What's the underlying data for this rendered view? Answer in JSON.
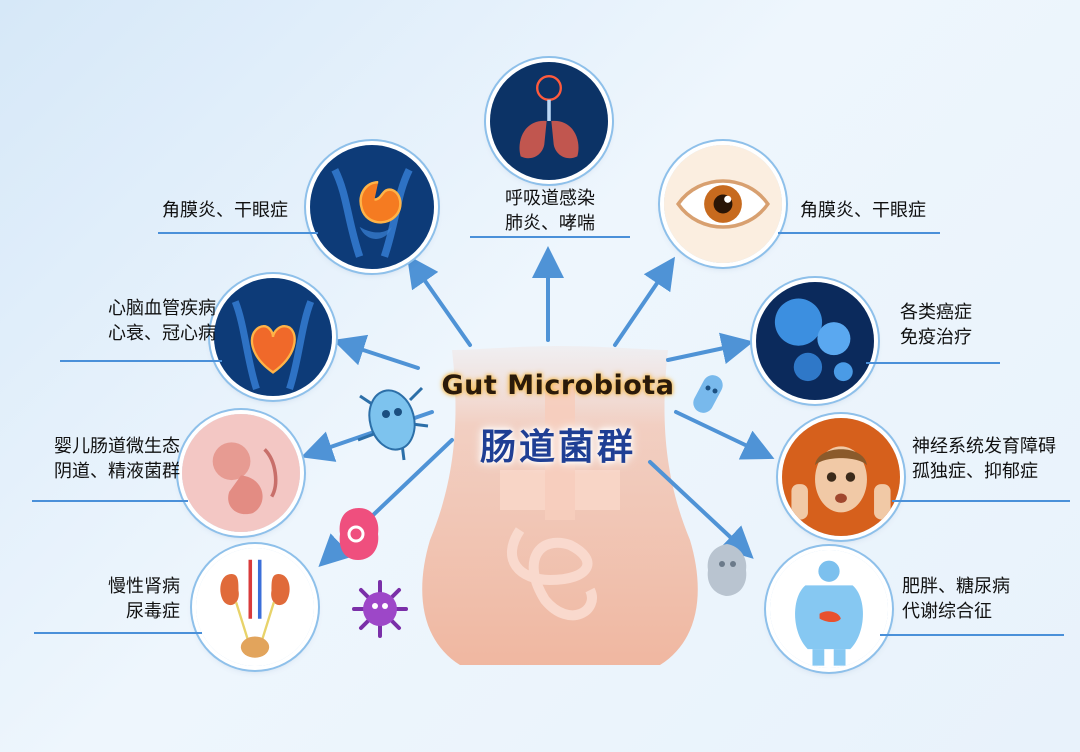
{
  "title_en": "Gut Microbiota",
  "title_zh": "肠道菌群",
  "items": [
    {
      "id": "stomach",
      "lines": [
        "角膜炎、干眼症"
      ],
      "icon": "stomach-icon"
    },
    {
      "id": "lungs",
      "lines": [
        "呼吸道感染",
        "肺炎、哮喘"
      ],
      "icon": "lungs-icon"
    },
    {
      "id": "eye",
      "lines": [
        "角膜炎、干眼症"
      ],
      "icon": "eye-icon"
    },
    {
      "id": "heart",
      "lines": [
        "心脑血管疾病",
        "心衰、冠心病"
      ],
      "icon": "heart-icon"
    },
    {
      "id": "cancer",
      "lines": [
        "各类癌症",
        "免疫治疗"
      ],
      "icon": "cancer-cell-icon"
    },
    {
      "id": "fetus",
      "lines": [
        "婴儿肠道微生态",
        "阴道、精液菌群"
      ],
      "icon": "fetus-icon"
    },
    {
      "id": "child",
      "lines": [
        "神经系统发育障碍",
        "孤独症、抑郁症"
      ],
      "icon": "child-face-icon"
    },
    {
      "id": "kidney",
      "lines": [
        "慢性肾病",
        "尿毒症"
      ],
      "icon": "kidney-icon"
    },
    {
      "id": "obesity",
      "lines": [
        "肥胖、糖尿病",
        "代谢综合征"
      ],
      "icon": "obese-body-icon"
    }
  ],
  "colors": {
    "line": "#4a90d9",
    "arrow": "#4f93d6",
    "title_zh": "#1f3f94"
  }
}
